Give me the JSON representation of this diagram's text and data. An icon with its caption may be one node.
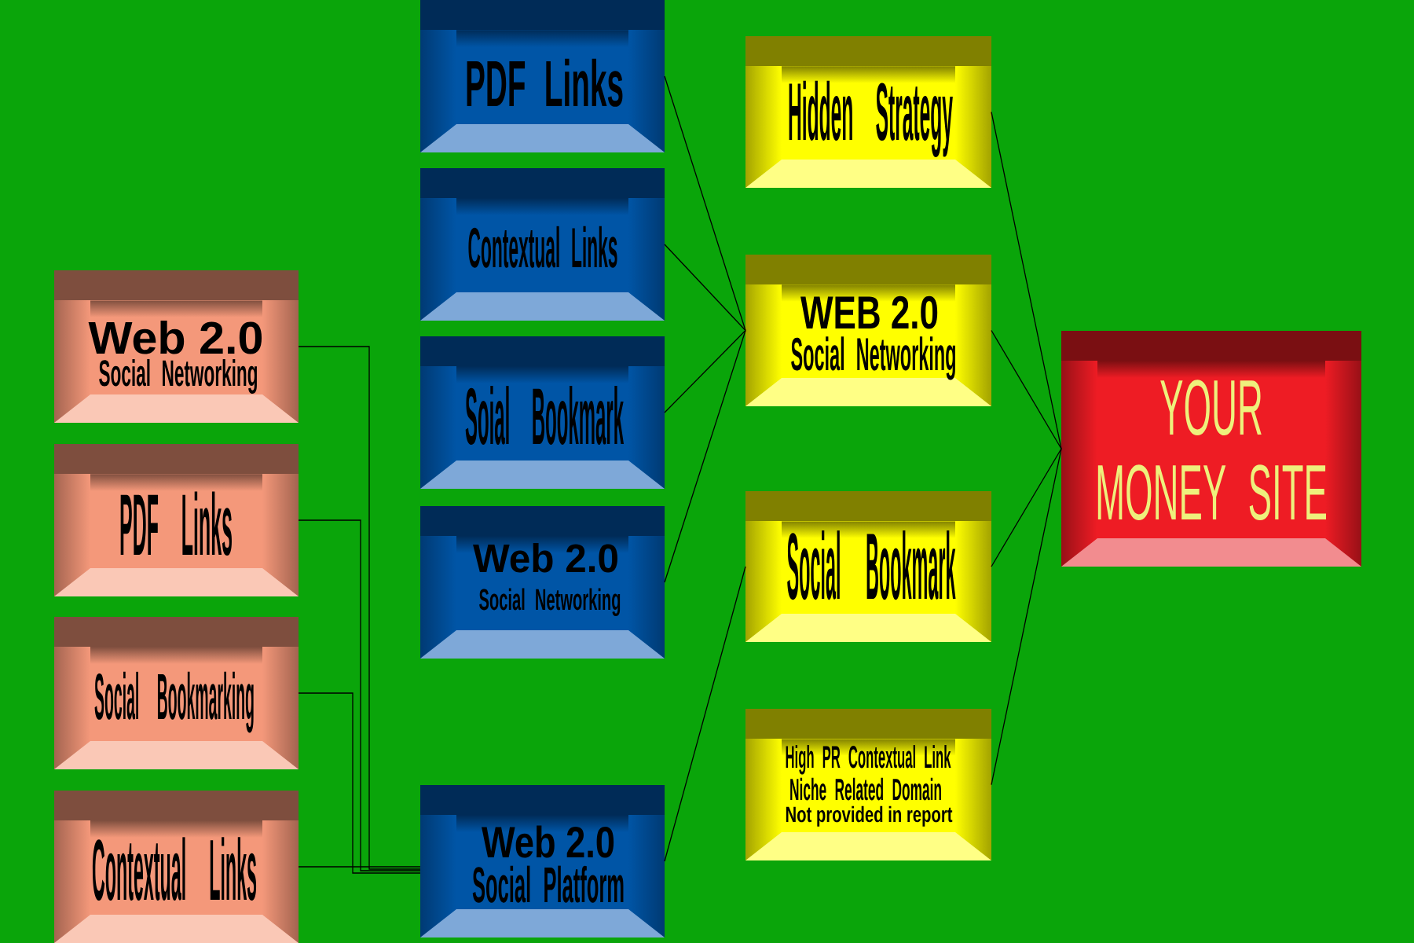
{
  "diagram": {
    "nodes": [
      {
        "text": [
          "Web 2.0",
          "Social Networking"
        ]
      },
      {
        "text": [
          "PDF Links"
        ]
      },
      {
        "text": [
          "Social Bookmarking"
        ]
      },
      {
        "text": [
          "Contextual Links"
        ]
      },
      {
        "text": [
          "PDF Links"
        ]
      },
      {
        "text": [
          "Contextual Links"
        ]
      },
      {
        "text": [
          "Soial Bookmark"
        ]
      },
      {
        "text": [
          "Web 2.0",
          "Social Networking"
        ]
      },
      {
        "text": [
          "Web 2.0",
          "Social Platform"
        ]
      },
      {
        "text": [
          "Hidden Strategy"
        ]
      },
      {
        "text": [
          "WEB 2.0",
          "Social Networking"
        ]
      },
      {
        "text": [
          "Social Bookmark"
        ]
      },
      {
        "text": [
          "High PR Contextual Link",
          "Niche Related Domain",
          "Not provided in report"
        ]
      },
      {
        "text": [
          "YOUR MONEY SITE"
        ]
      }
    ],
    "edges": [
      {
        "from": 0,
        "to": 8,
        "arrow": "none"
      },
      {
        "from": 1,
        "to": 8,
        "arrow": "none"
      },
      {
        "from": 2,
        "to": 8,
        "arrow": "none"
      },
      {
        "from": 3,
        "to": 8,
        "arrow": "none"
      },
      {
        "from": 4,
        "to": 10,
        "arrow": "none"
      },
      {
        "from": 5,
        "to": 10,
        "arrow": "none"
      },
      {
        "from": 6,
        "to": 10,
        "arrow": "none"
      },
      {
        "from": 7,
        "to": 10,
        "arrow": "none"
      },
      {
        "from": 8,
        "to": 11,
        "arrow": "none"
      },
      {
        "from": 9,
        "to": 13,
        "arrow": "none"
      },
      {
        "from": 10,
        "to": 13,
        "arrow": "none"
      },
      {
        "from": 11,
        "to": 13,
        "arrow": "none"
      },
      {
        "from": 12,
        "to": 13,
        "arrow": "none"
      }
    ]
  }
}
